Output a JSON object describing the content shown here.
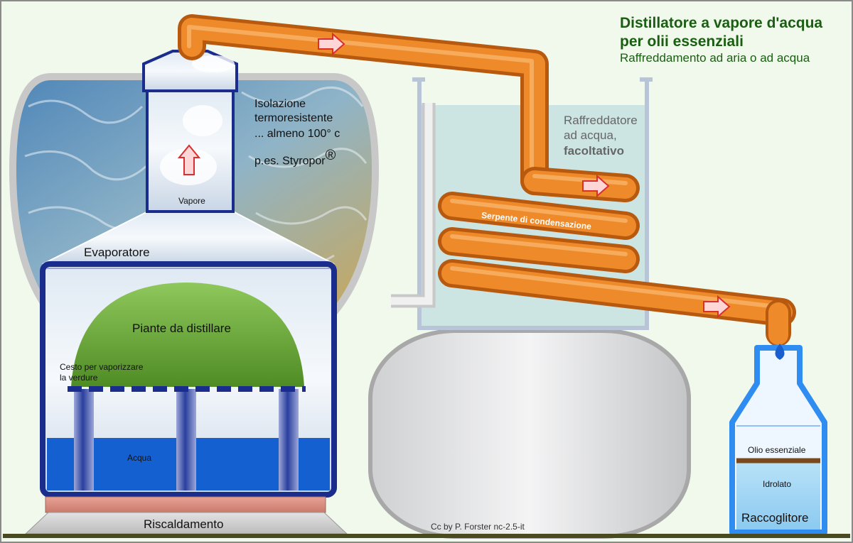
{
  "title": {
    "line1": "Distillatore a vapore d'acqua",
    "line2": "per olii essenziali",
    "subtitle": "Raffreddamento ad aria o ad acqua"
  },
  "insulation": {
    "line1": "Isolazione",
    "line2": "termoresistente",
    "line3": "... almeno 100° c",
    "line4": "p.es. Styropor",
    "mark": "®"
  },
  "labels": {
    "steam": "Vapore",
    "evaporator": "Evaporatore",
    "plants": "Piante da distillare",
    "basket_line1": "Cesto per vaporizzare",
    "basket_line2": "la verdure",
    "water": "Acqua",
    "heating": "Riscaldamento",
    "coil": "Serpente di condensazione",
    "essential_oil": "Olio essenziale",
    "hydrolate": "Idrolato",
    "collector": "Raccoglitore",
    "credit": "Cc by P. Forster nc-2.5-it"
  },
  "cooler": {
    "line1": "Raffreddatore",
    "line2": "ad acqua,",
    "line3": "facoltativo"
  },
  "colors": {
    "background": "#f0f9ec",
    "pipe": "#e07820",
    "vessel_outline": "#1a2c8c",
    "water": "#1560d0",
    "plants": "#6aaa38",
    "heater": "#d88878",
    "cooler_water": "#c6e2e2",
    "collector_outline": "#2f8cf0",
    "ground": "#4a4a20",
    "title": "#1a5e12"
  }
}
